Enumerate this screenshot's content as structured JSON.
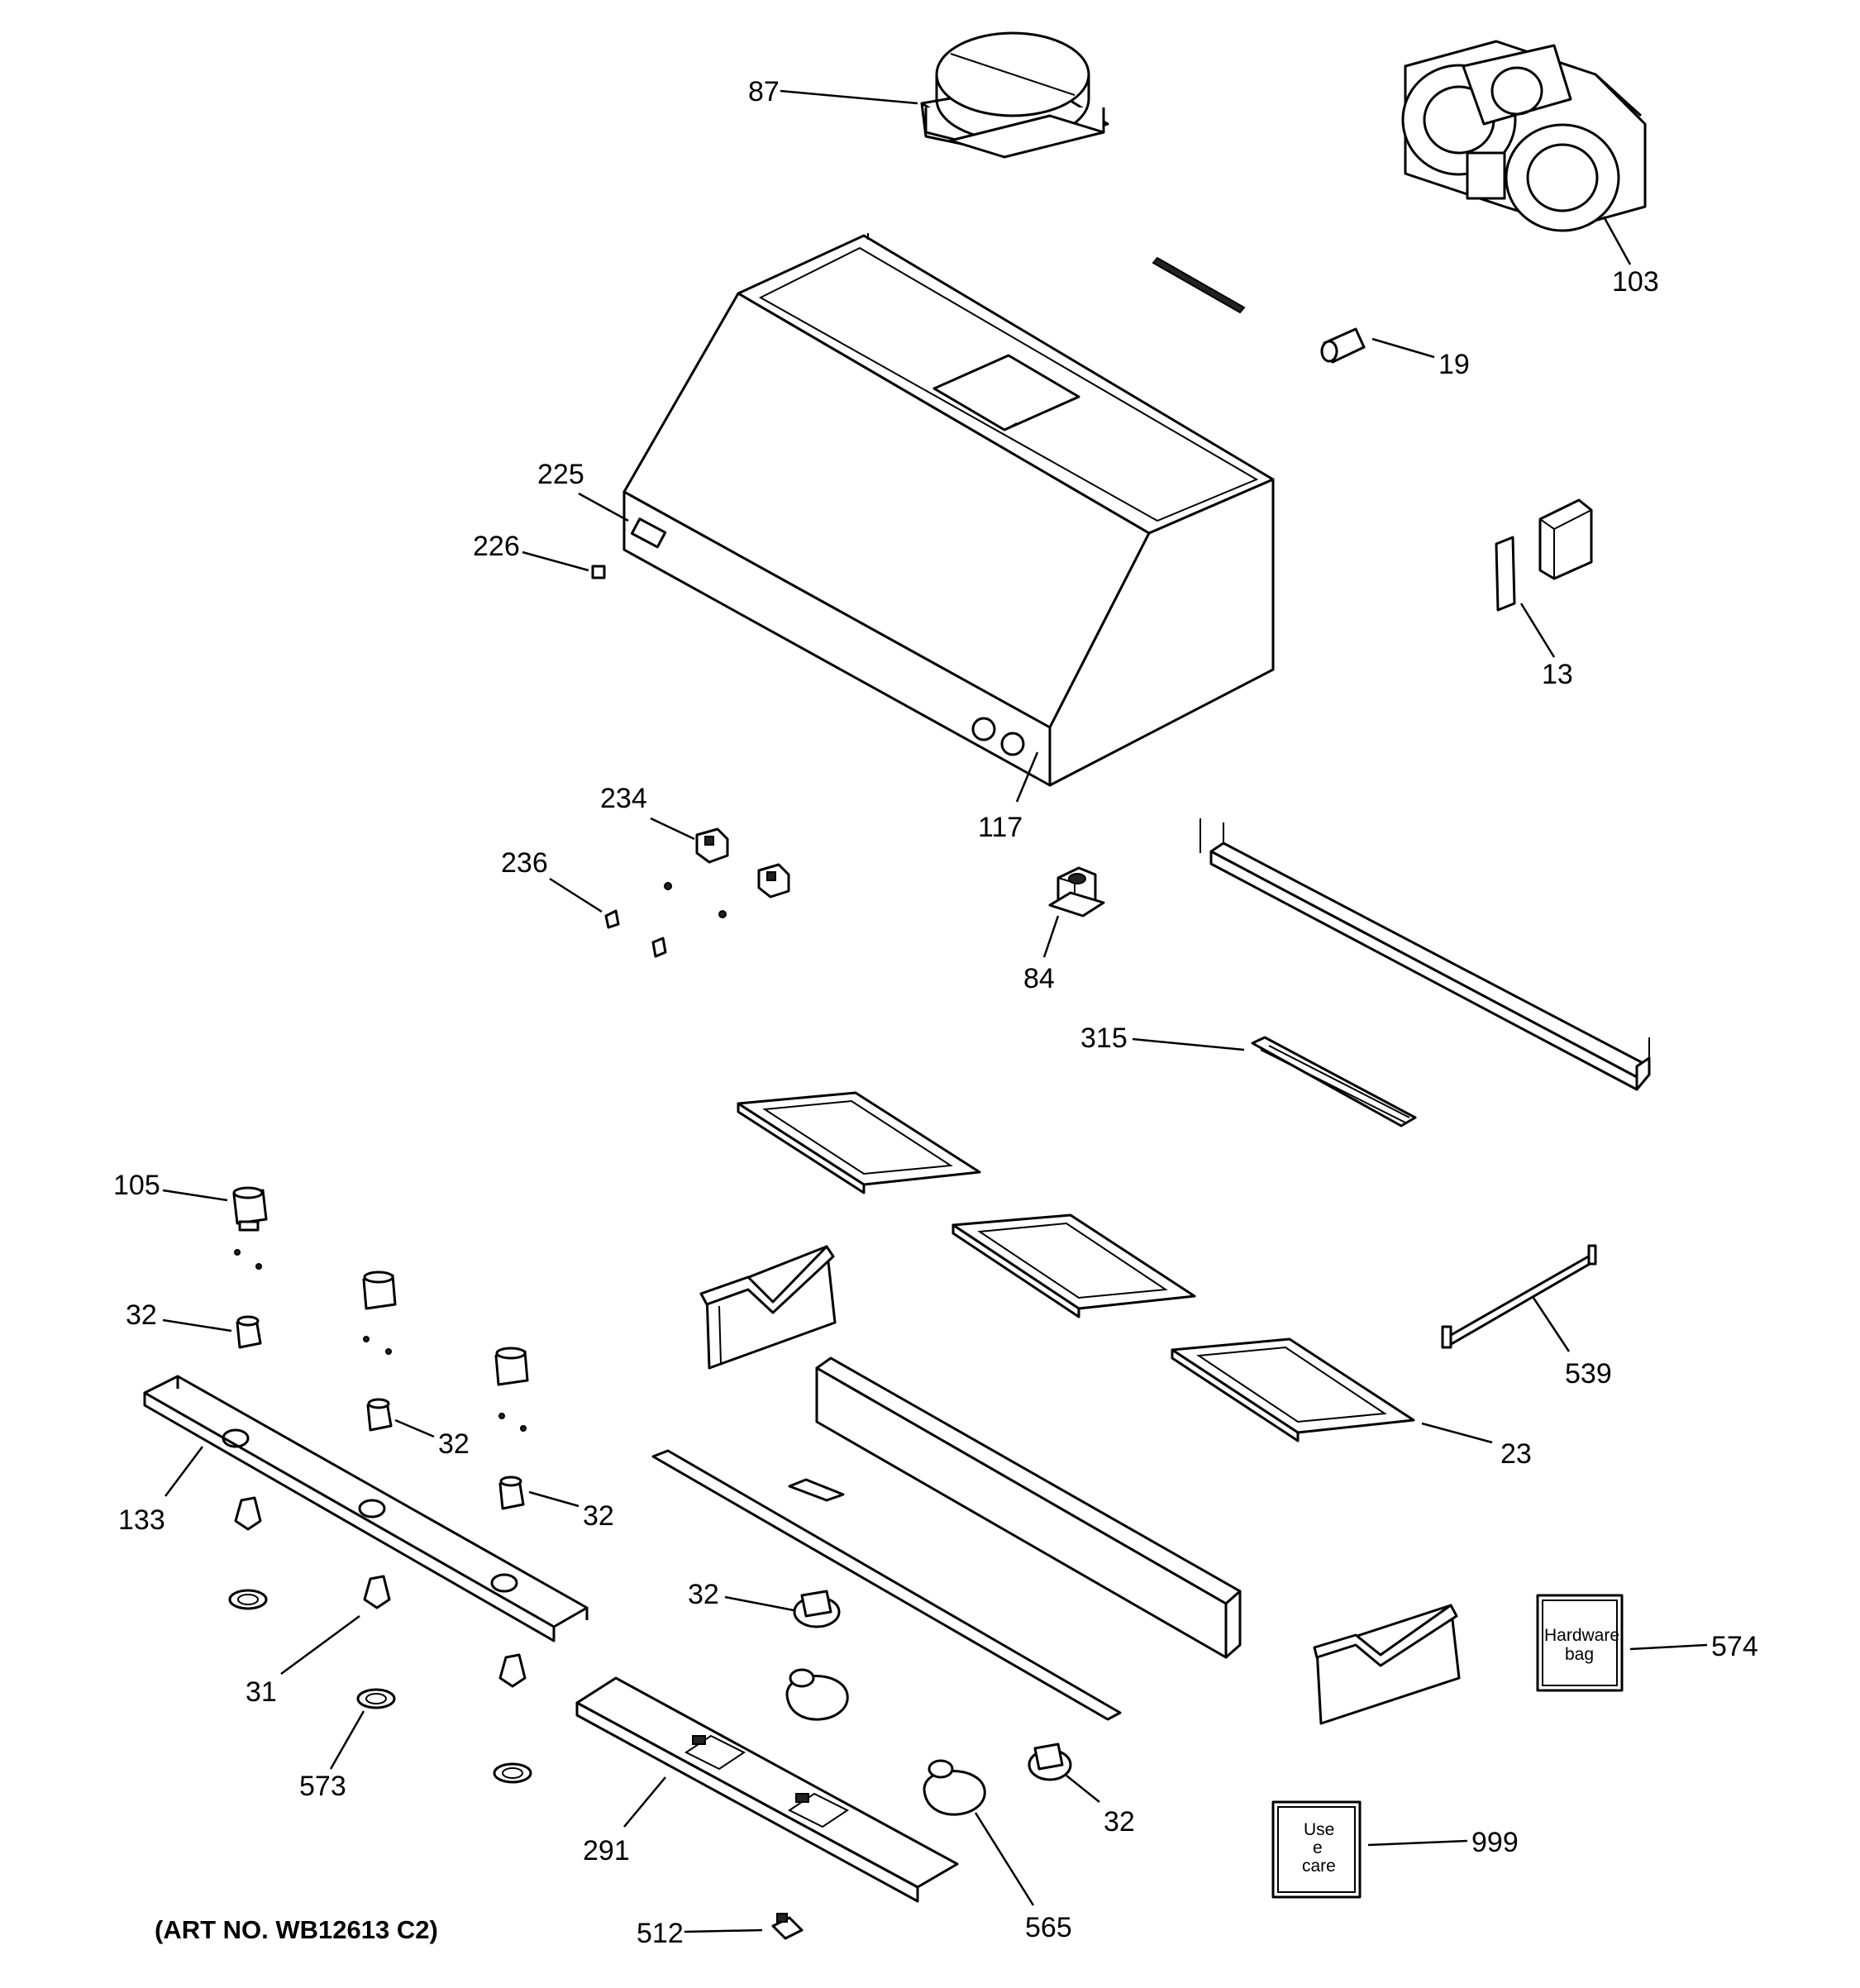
{
  "art_number": "(ART NO. WB12613 C2)",
  "callouts": {
    "c87": "87",
    "c103": "103",
    "c19": "19",
    "c225": "225",
    "c226": "226",
    "c13": "13",
    "c117": "117",
    "c234": "234",
    "c236": "236",
    "c84": "84",
    "c315": "315",
    "c105": "105",
    "c32a": "32",
    "c32b": "32",
    "c32c": "32",
    "c32d": "32",
    "c32e": "32",
    "c539": "539",
    "c23": "23",
    "c133": "133",
    "c31": "31",
    "c573": "573",
    "c574": "574",
    "c291": "291",
    "c565": "565",
    "c999": "999",
    "c512": "512"
  },
  "box_labels": {
    "hardware_line1": "Hardware",
    "hardware_line2": "bag",
    "usecare_line1": "Use",
    "usecare_line2": "e",
    "usecare_line3": "care"
  }
}
